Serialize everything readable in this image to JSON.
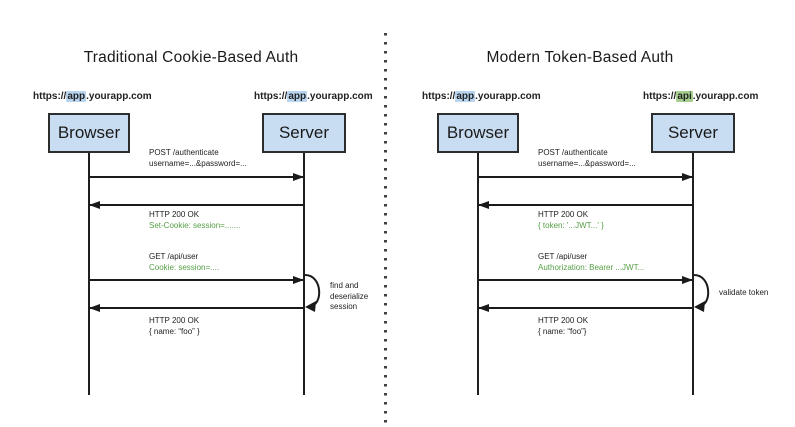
{
  "colors": {
    "actor_fill": "#c9ddf2",
    "actor_border": "#2d2d2d",
    "highlight_blue": "#b8d4ee",
    "highlight_green": "#a6cf8f",
    "green_text": "#56a047",
    "line_black": "#1a1a1a"
  },
  "panels": [
    {
      "title": "Traditional Cookie-Based Auth",
      "browser_label": "Browser",
      "server_label": "Server",
      "browser_url": {
        "prefix": "https://",
        "highlight": "app",
        "suffix": ".yourapp.com"
      },
      "server_url": {
        "prefix": "https://",
        "highlight": "app",
        "suffix": ".yourapp.com"
      },
      "messages": [
        {
          "line1": "POST /authenticate",
          "line2": "username=...&password=..."
        },
        {
          "line1": "HTTP 200 OK",
          "line2": "Set-Cookie: session=......."
        },
        {
          "line1": "GET /api/user",
          "line2": "Cookie: session=...."
        },
        {
          "line1": "HTTP 200 OK",
          "line2": "{ name: “foo” }"
        }
      ],
      "note": "find and\ndeserialize\nsession"
    },
    {
      "title": "Modern Token-Based Auth",
      "browser_label": "Browser",
      "server_label": "Server",
      "browser_url": {
        "prefix": "https://",
        "highlight": "app",
        "suffix": ".yourapp.com"
      },
      "server_url": {
        "prefix": "https://",
        "highlight": "api",
        "suffix": ".yourapp.com"
      },
      "messages": [
        {
          "line1": "POST /authenticate",
          "line2": "username=...&password=..."
        },
        {
          "line1": "HTTP 200 OK",
          "line2": "{ token: '...JWT...' }"
        },
        {
          "line1": "GET /api/user",
          "line2": "Authorization: Bearer ...JWT..."
        },
        {
          "line1": "HTTP 200 OK",
          "line2": "{ name: “foo”}"
        }
      ],
      "note": "validate token"
    }
  ]
}
